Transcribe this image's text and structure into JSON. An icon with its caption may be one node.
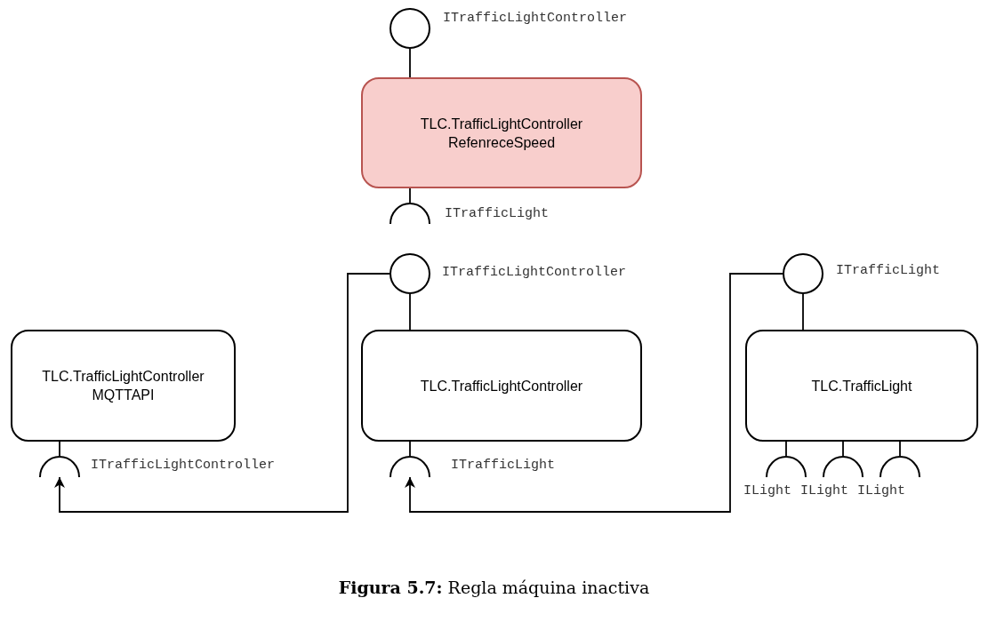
{
  "diagram": {
    "caption": "**Figura 5.7:** Regla máquina inactiva",
    "nodes": [
      {
        "text": [],
        "shape": "circle",
        "beside": [
          "ITrafficLightController"
        ]
      },
      {
        "text": [
          "TLC.TrafficLightController",
          "RefenreceSpeed"
        ]
      },
      {
        "text": [],
        "shape": "arc",
        "beside": [
          "ITrafficLight"
        ]
      },
      {
        "text": [],
        "shape": "circle",
        "beside": [
          "ITrafficLightController"
        ]
      },
      {
        "text": [],
        "shape": "circle",
        "beside": [
          "ITrafficLight"
        ]
      },
      {
        "text": [
          "TLC.TrafficLightController",
          "MQTTAPI"
        ]
      },
      {
        "text": [
          "TLC.TrafficLightController"
        ]
      },
      {
        "text": [
          "TLC.TrafficLight"
        ]
      },
      {
        "text": [],
        "shape": "arc",
        "beside": [
          "ITrafficLightController"
        ]
      },
      {
        "text": [],
        "shape": "arc",
        "beside": [
          "ITrafficLight"
        ]
      },
      {
        "text": [],
        "shape": "arc",
        "beside": [
          "ILight"
        ]
      },
      {
        "text": [],
        "shape": "arc",
        "beside": [
          "ILight"
        ]
      },
      {
        "text": [],
        "shape": "arc",
        "beside": [
          "ILight"
        ]
      }
    ],
    "edges": [
      {
        "from": 0,
        "to": 1,
        "arrow": "none"
      },
      {
        "from": 1,
        "to": 2,
        "arrow": "none"
      },
      {
        "from": 3,
        "to": 6,
        "arrow": "none"
      },
      {
        "from": 4,
        "to": 7,
        "arrow": "none"
      },
      {
        "from": 5,
        "to": 8,
        "arrow": "none"
      },
      {
        "from": 6,
        "to": 9,
        "arrow": "none"
      },
      {
        "from": 7,
        "to": 10,
        "arrow": "none"
      },
      {
        "from": 7,
        "to": 11,
        "arrow": "none"
      },
      {
        "from": 7,
        "to": 12,
        "arrow": "none"
      },
      {
        "from": 3,
        "to": 8,
        "arrow": "to"
      },
      {
        "from": 4,
        "to": 9,
        "arrow": "to"
      }
    ]
  }
}
